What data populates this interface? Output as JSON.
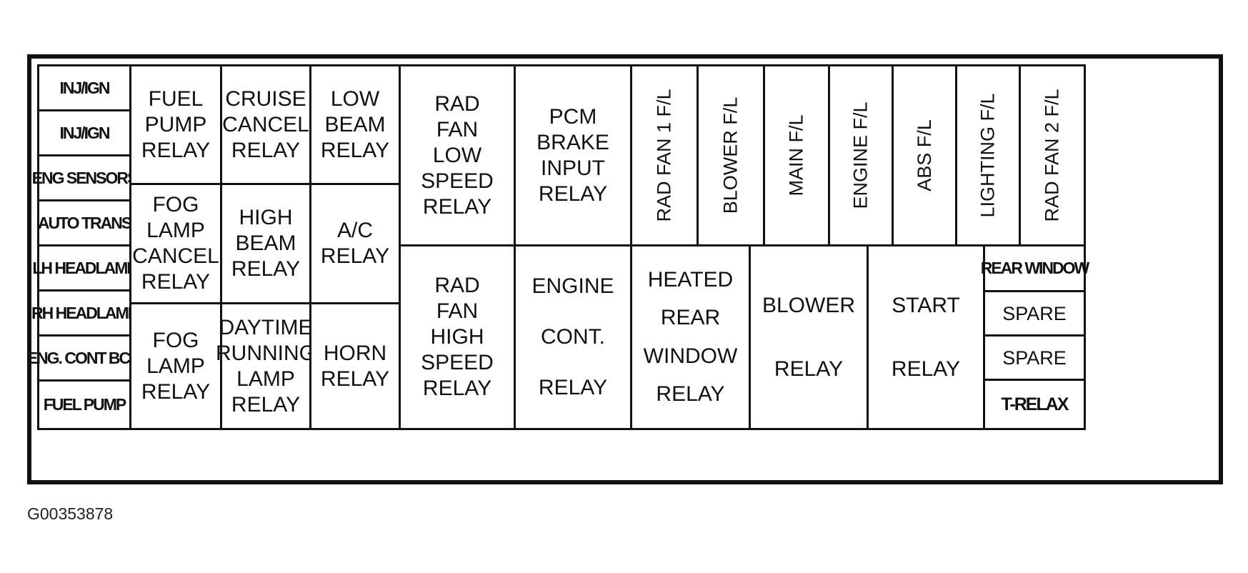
{
  "left_column": [
    "INJ/IGN",
    "INJ/IGN",
    "ENG SENSORS",
    "AUTO TRANS",
    "LH HEADLAMP",
    "RH HEADLAMP",
    "ENG. CONT BCM",
    "FUEL PUMP"
  ],
  "relays": {
    "fuel_pump": [
      "FUEL",
      "PUMP",
      "RELAY"
    ],
    "cruise_cancel": [
      "CRUISE",
      "CANCEL",
      "RELAY"
    ],
    "low_beam": [
      "LOW",
      "BEAM",
      "RELAY"
    ],
    "fog_lamp_cancel": [
      "FOG",
      "LAMP",
      "CANCEL",
      "RELAY"
    ],
    "high_beam": [
      "HIGH",
      "BEAM",
      "RELAY"
    ],
    "ac": [
      "A/C",
      "RELAY"
    ],
    "fog_lamp": [
      "FOG",
      "LAMP",
      "RELAY"
    ],
    "daytime_running_lamp": [
      "DAYTIME",
      "RUNNING",
      "LAMP",
      "RELAY"
    ],
    "horn": [
      "HORN",
      "RELAY"
    ],
    "rad_fan_low_speed": [
      "RAD",
      "FAN",
      "LOW",
      "SPEED",
      "RELAY"
    ],
    "pcm_brake_input": [
      "PCM",
      "BRAKE",
      "INPUT",
      "RELAY"
    ],
    "rad_fan_high_speed": [
      "RAD",
      "FAN",
      "HIGH",
      "SPEED",
      "RELAY"
    ],
    "engine_cont": [
      "ENGINE",
      "CONT.",
      "RELAY"
    ],
    "heated_rear_window": [
      "HEATED",
      "REAR",
      "WINDOW",
      "RELAY"
    ],
    "blower": [
      "BLOWER",
      "RELAY"
    ],
    "start": [
      "START",
      "RELAY"
    ]
  },
  "fusible_links": [
    "RAD FAN 1 F/L",
    "BLOWER F/L",
    "MAIN F/L",
    "ENGINE F/L",
    "ABS F/L",
    "LIGHTING F/L",
    "RAD FAN 2 F/L"
  ],
  "right_column": [
    "REAR WINDOW",
    "SPARE",
    "SPARE",
    "T-RELAX"
  ],
  "caption": "G00353878"
}
